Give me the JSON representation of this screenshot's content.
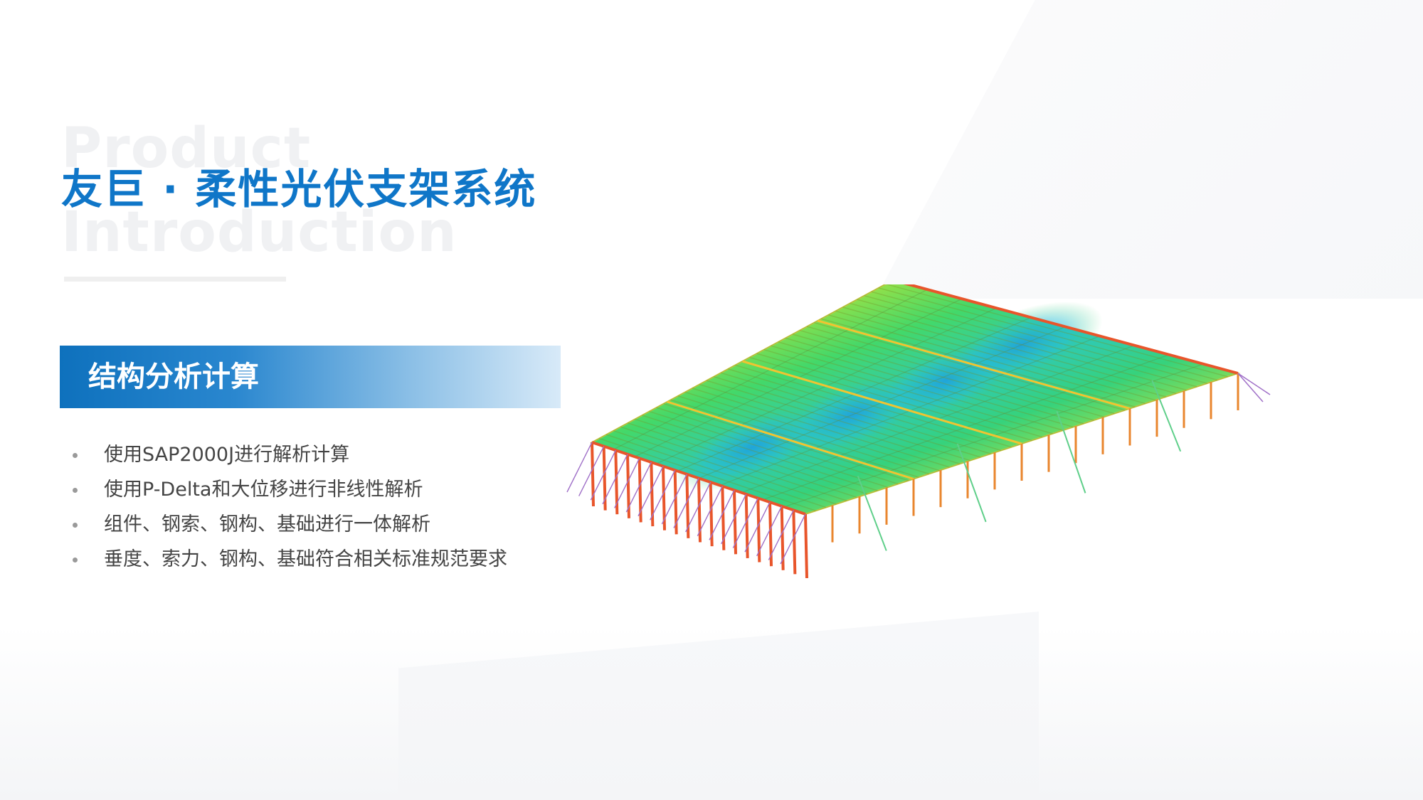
{
  "watermark": {
    "line1": "Product",
    "line2": "Introduction"
  },
  "title": "友巨 · 柔性光伏支架系统",
  "section": {
    "heading": "结构分析计算"
  },
  "bullets": [
    "使用SAP2000J进行解析计算",
    "使用P-Delta和大位移进行非线性解析",
    "组件、钢索、钢构、基础进行一体解析",
    "垂度、索力、钢构、基础符合相关标准规范要求"
  ],
  "colors": {
    "title": "#0f76c8",
    "banner_start": "#0e71bd",
    "banner_end": "#d8eaf8",
    "body_text": "#444444",
    "frame_columns": "#e8552b",
    "cables": "#a070c8",
    "stress_low": "#1fa3e0",
    "stress_mid": "#3fd56a",
    "stress_high": "#f2e630"
  },
  "model": {
    "icon": "structural-stress-model"
  }
}
